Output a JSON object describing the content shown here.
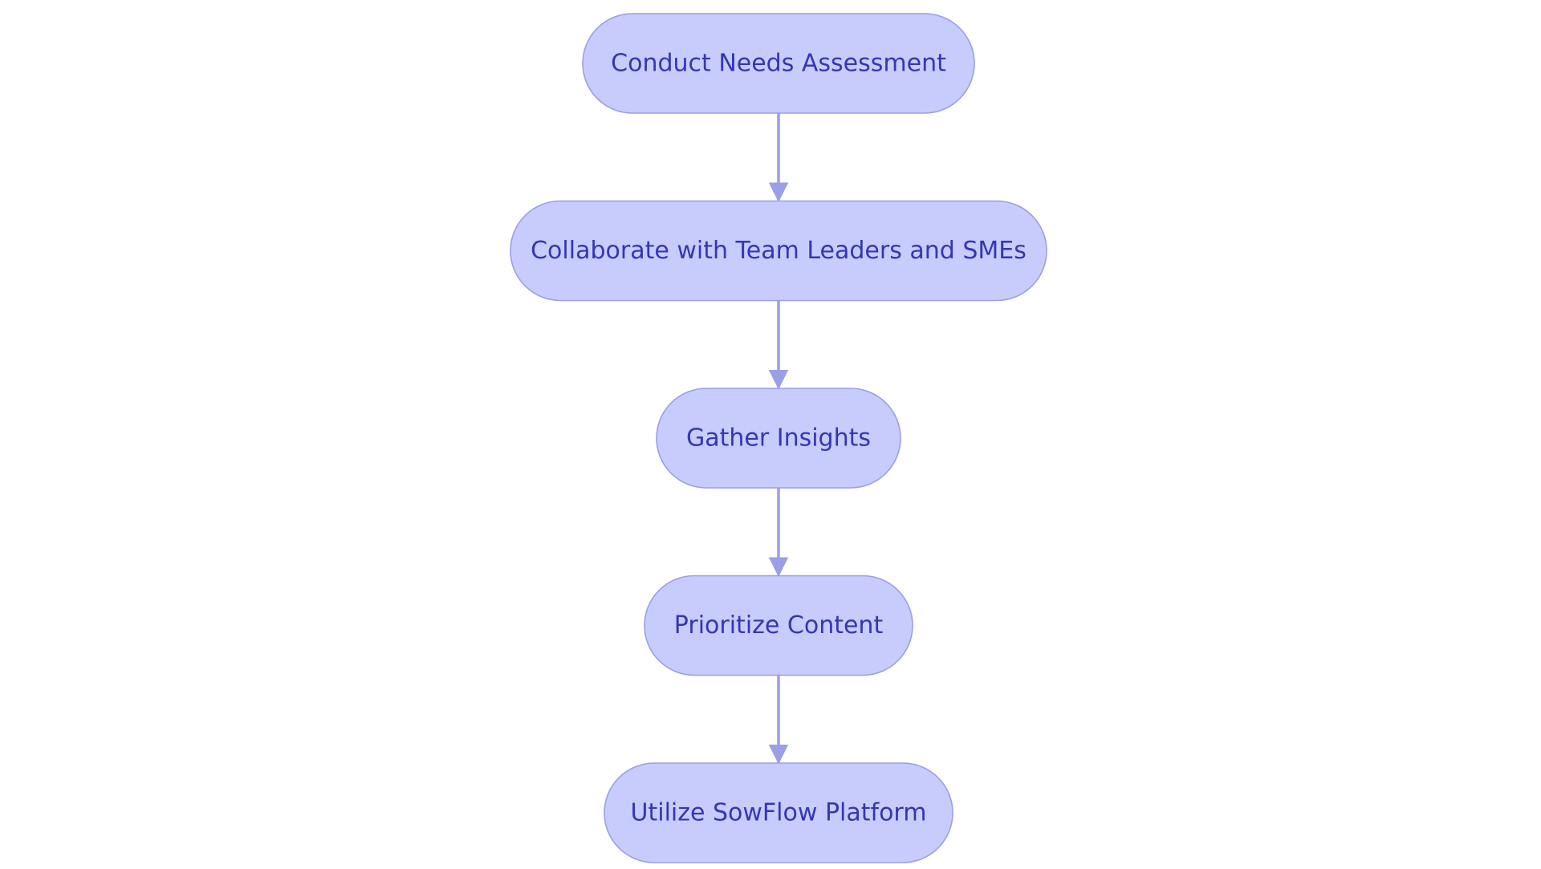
{
  "diagram": {
    "type": "flowchart",
    "direction": "top-to-bottom",
    "colors": {
      "node_fill": "#c8ccfc",
      "node_border": "#9a9fe6",
      "node_text": "#3436b4",
      "edge": "#9a9fe6",
      "background": "#ffffff"
    },
    "nodes": [
      {
        "id": "n1",
        "label": "Conduct Needs Assessment"
      },
      {
        "id": "n2",
        "label": "Collaborate with Team Leaders and SMEs"
      },
      {
        "id": "n3",
        "label": "Gather Insights"
      },
      {
        "id": "n4",
        "label": "Prioritize Content"
      },
      {
        "id": "n5",
        "label": "Utilize SowFlow Platform"
      }
    ],
    "edges": [
      {
        "from": "n1",
        "to": "n2"
      },
      {
        "from": "n2",
        "to": "n3"
      },
      {
        "from": "n3",
        "to": "n4"
      },
      {
        "from": "n4",
        "to": "n5"
      }
    ]
  }
}
